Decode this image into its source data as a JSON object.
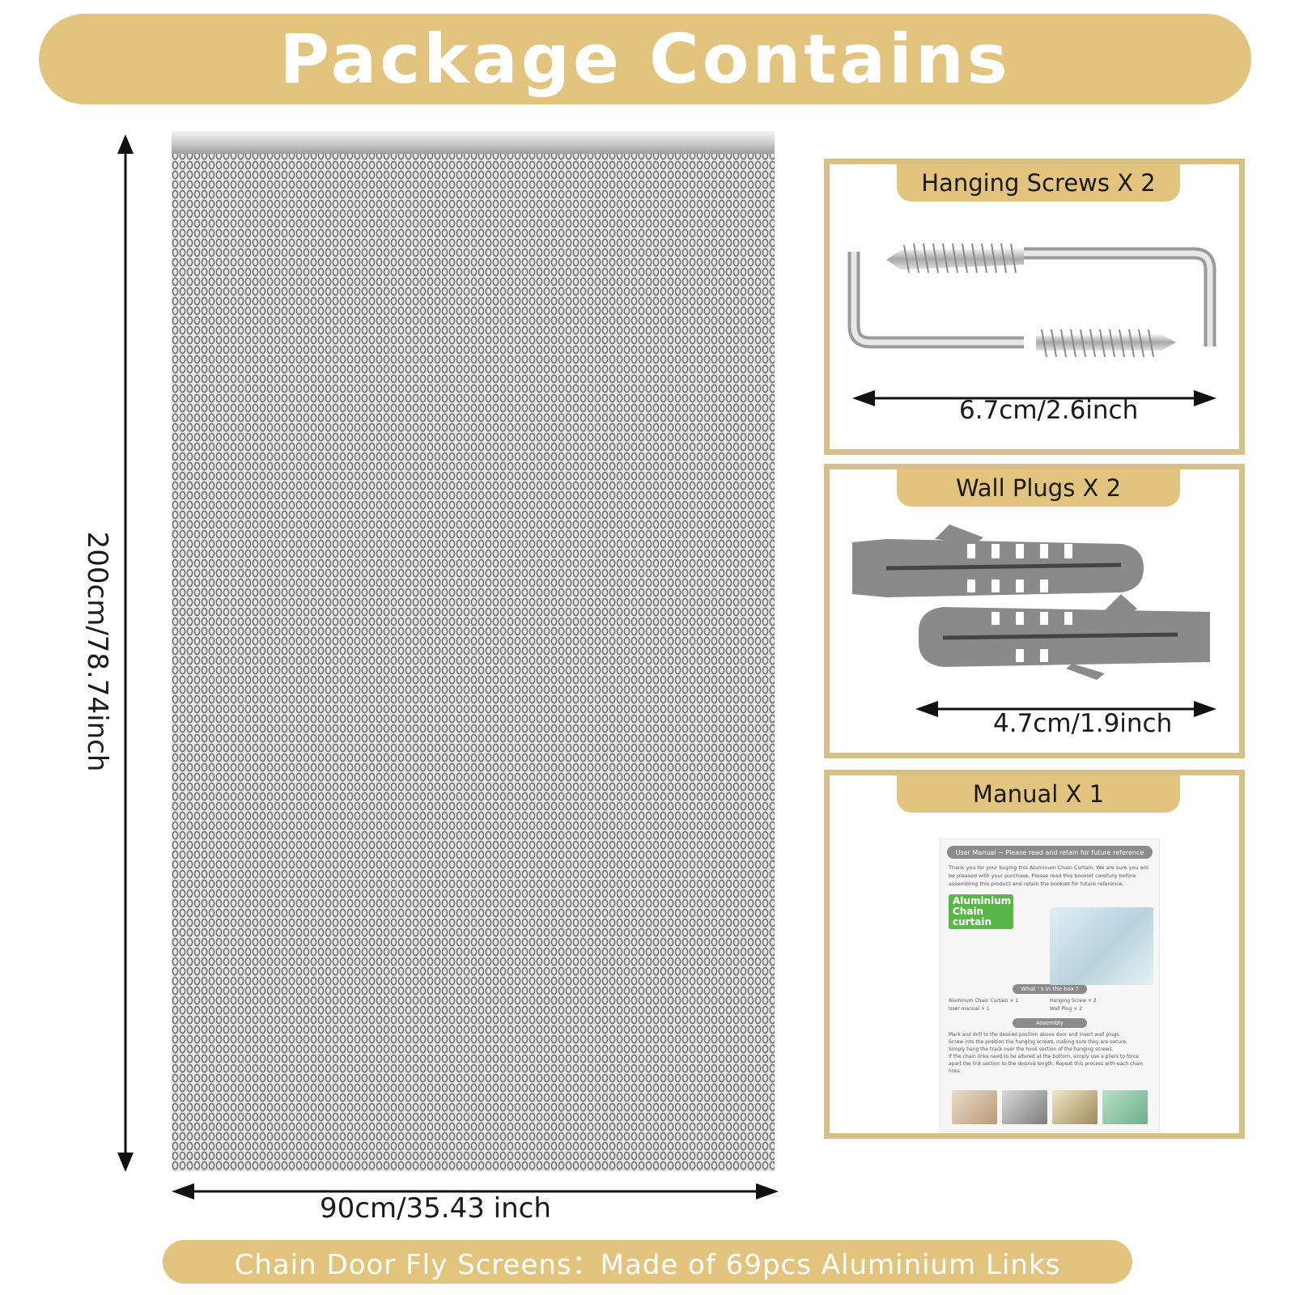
{
  "banner": {
    "title": "Package Contains"
  },
  "curtain": {
    "height_label": "200cm/78.74inch",
    "width_label": "90cm/35.43 inch"
  },
  "cards": {
    "screws": {
      "label": "Hanging Screws X 2",
      "dimension": "6.7cm/2.6inch"
    },
    "plugs": {
      "label": "Wall Plugs X 2",
      "dimension": "4.7cm/1.9inch"
    },
    "manual": {
      "label": "Manual X 1",
      "booklet": {
        "header": "User Manual ~ Please read and retain for future reference",
        "intro": "Thank you for your buying this Aluminum Chain Curtain. We are sure you will be pleased with your purchase. Please read this booklet carefully before assembling this product and retain the booklet for future reference.",
        "badge": "Aluminium Chain curtain",
        "box_header": "What ' s in the box ?",
        "box_items": [
          "Aluminum Chain Curtain × 1",
          "User manual × 1",
          "Hanging Screw × 2",
          "Wall Plug × 2"
        ],
        "assembly_header": "Assembly",
        "steps": [
          "Mark and drill to the desired position above door and insert wall plugs.",
          "Screw into the position the hanging screws, making sure they are secure.",
          "Simply hang the track over the hook section of the hanging screws.",
          "If the chain links need to be altered at the bottom, simply use a pliers to force apart the link section to the desired length. Repeat this process with each chain links."
        ]
      }
    }
  },
  "footer": {
    "text": "Chain Door Fly Screens：Made of 69pcs Aluminium Links"
  },
  "colors": {
    "gold": "#e2c47e",
    "gold_border": "#d8bf86",
    "chain": "#7d7d7d",
    "plug": "#8a8a8a"
  }
}
